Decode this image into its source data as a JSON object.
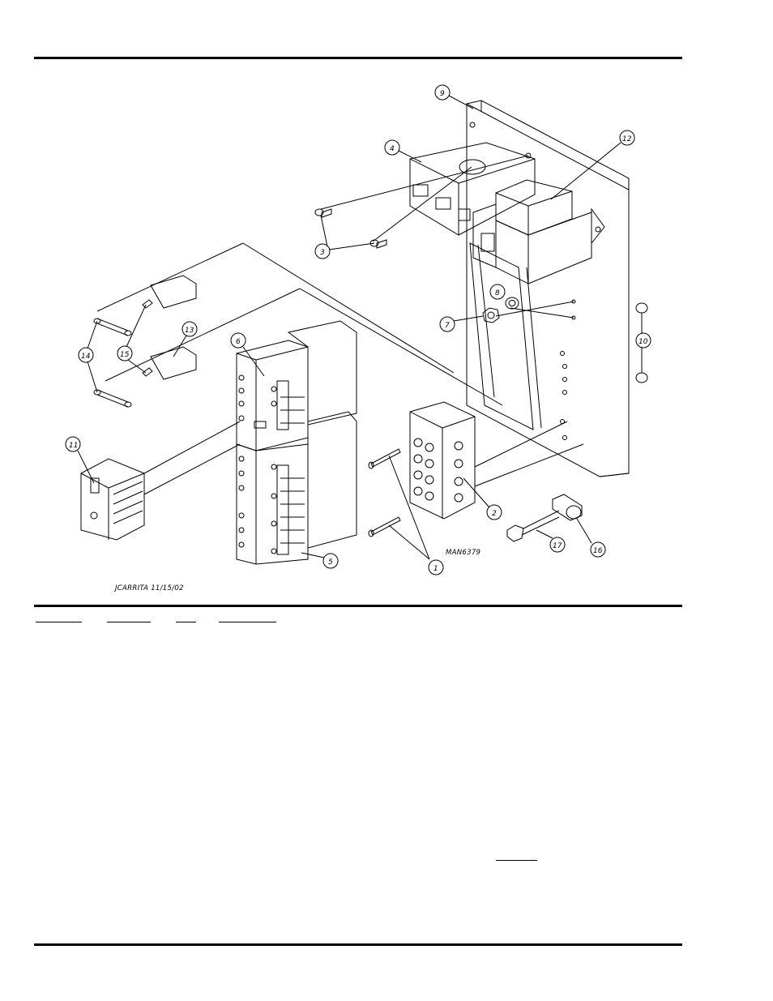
{
  "drawing": {
    "drawing_number": "MAN6379",
    "drafter_stamp": "JCARRITA 11/15/02",
    "callouts": [
      "1",
      "2",
      "3",
      "4",
      "5",
      "6",
      "7",
      "8",
      "9",
      "10",
      "11",
      "12",
      "13",
      "14",
      "15",
      "16",
      "17"
    ]
  },
  "table": {
    "column_headers": [
      "",
      "",
      "",
      ""
    ]
  }
}
